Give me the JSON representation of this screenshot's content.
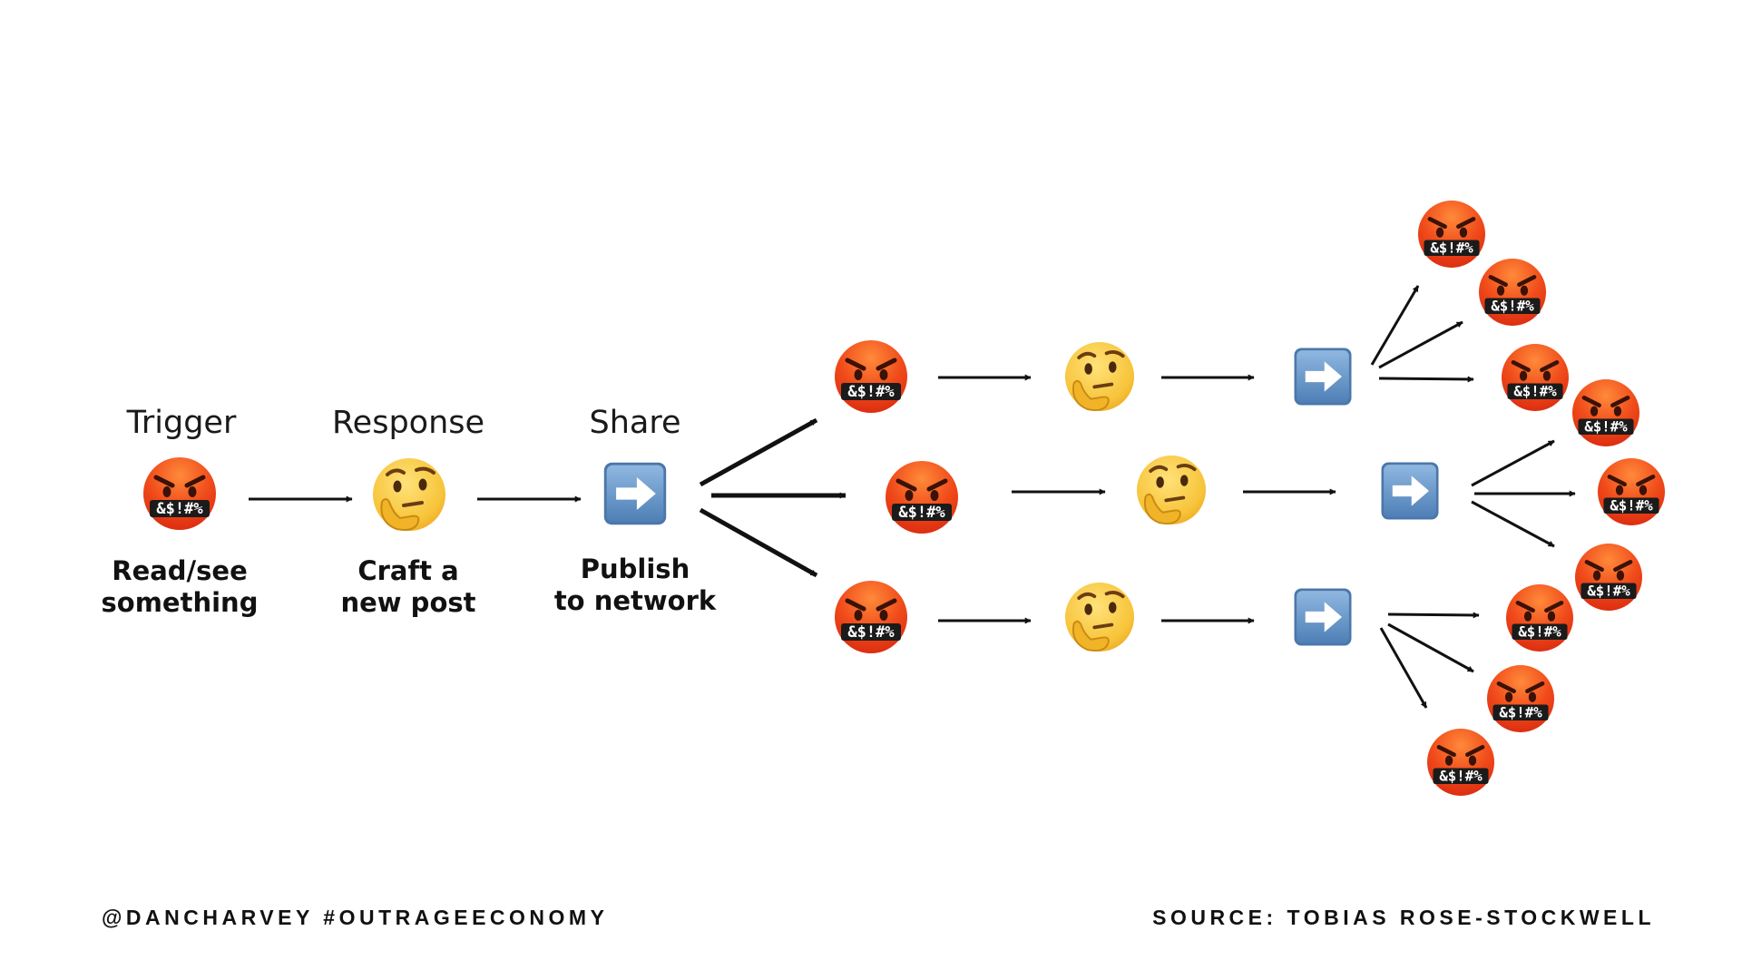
{
  "stages": [
    {
      "title": "Trigger",
      "caption": [
        "Read/see",
        "something"
      ],
      "icon": "angry-face-grawlix-icon"
    },
    {
      "title": "Response",
      "caption": [
        "Craft a",
        "new post"
      ],
      "icon": "thinking-face-icon"
    },
    {
      "title": "Share",
      "caption": [
        "Publish",
        "to network"
      ],
      "icon": "right-arrow-button-icon"
    }
  ],
  "grawlix": "&$!#%",
  "footer": {
    "left": "@DANCHARVEY #OUTRAGEECONOMY",
    "right": "SOURCE: TOBIAS ROSE-STOCKWELL"
  },
  "colors": {
    "angry_face": "#f04a1a",
    "thinking_face": "#f7c43a",
    "arrow_button": "#5f8fc4",
    "arrow_line": "#111111",
    "text": "#111111"
  }
}
